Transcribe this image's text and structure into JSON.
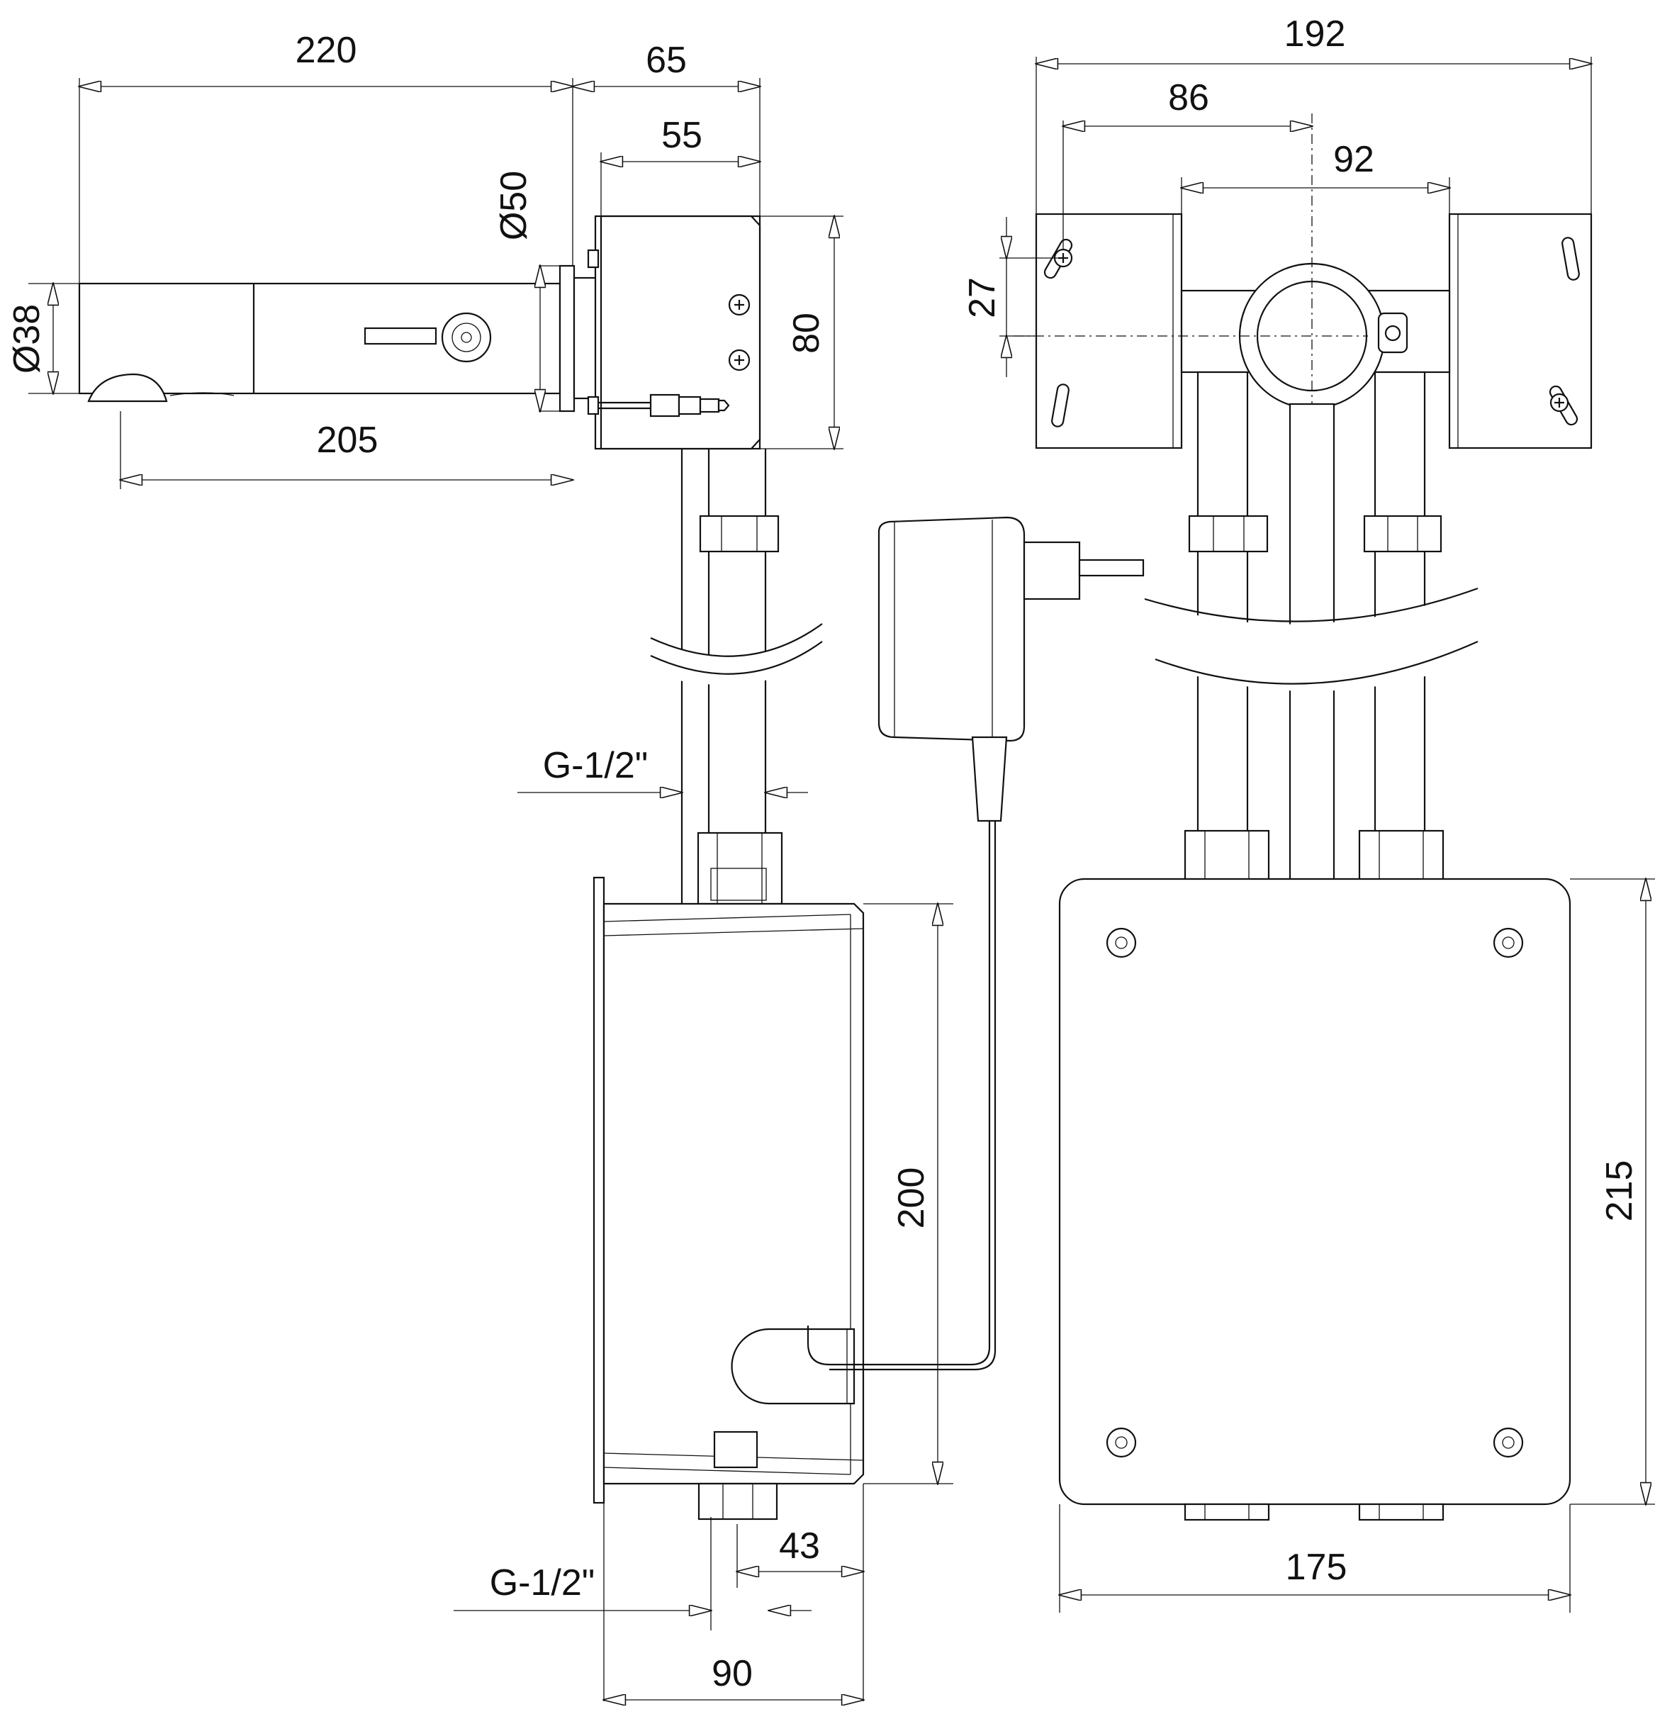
{
  "dimensions": {
    "spout_length": "220",
    "spout_projection": "205",
    "spout_diameter": "Ø38",
    "flange_diameter": "Ø50",
    "body_depth": "65",
    "body_inner_depth": "55",
    "body_height": "80",
    "total_width": "192",
    "bracket_offset": "86",
    "bracket_spacing": "92",
    "slot_height": "27",
    "thread_upper": "G-1/2\"",
    "thread_lower": "G-1/2\"",
    "box_height": "200",
    "box_depth": "90",
    "outlet_offset": "43",
    "box_height_front": "215",
    "box_width": "175"
  }
}
